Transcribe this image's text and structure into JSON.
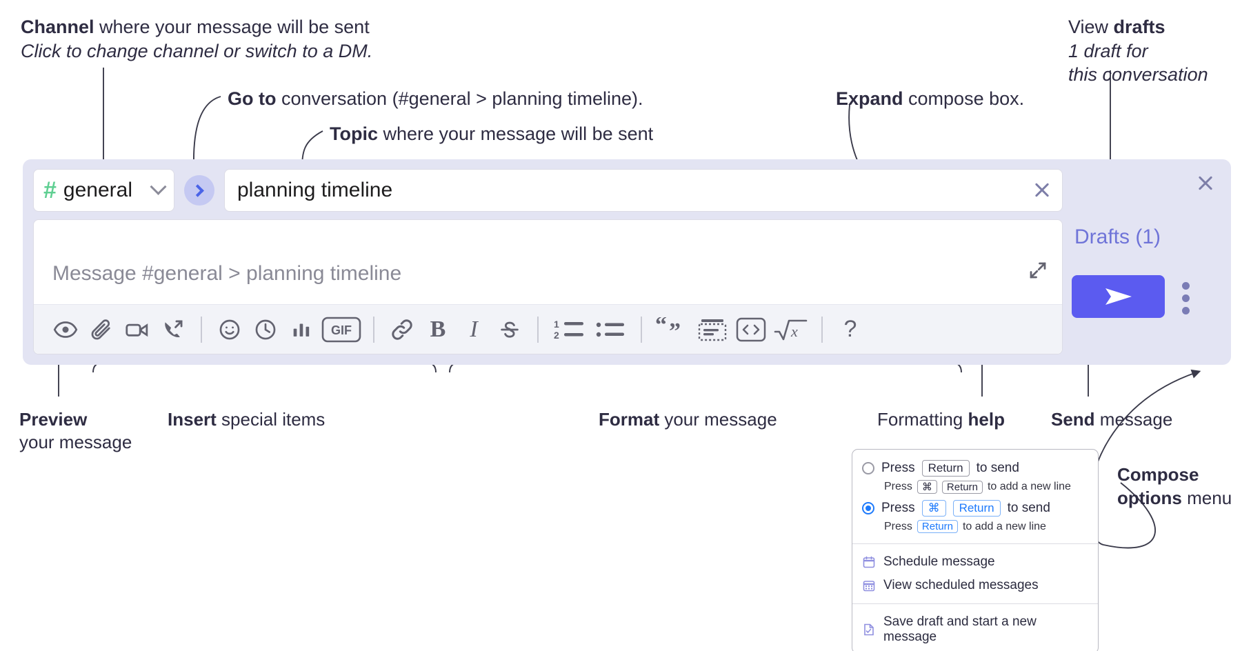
{
  "annotations": {
    "channel": {
      "bold": "Channel",
      "rest": " where your message will be sent",
      "italic": "Click to change channel or switch to a DM."
    },
    "goto": {
      "bold": "Go to",
      "rest": " conversation (#general > planning timeline)."
    },
    "topic": {
      "bold": "Topic",
      "rest": " where your message will be sent"
    },
    "expand": {
      "bold": "Expand",
      "rest": " compose box."
    },
    "drafts": {
      "line1_plain": "View ",
      "line1_bold": "drafts",
      "line2": "1 draft for",
      "line3": "this conversation"
    },
    "preview": {
      "bold": "Preview",
      "rest": "your message"
    },
    "insert": {
      "bold": "Insert",
      "rest": " special items"
    },
    "format": {
      "bold": "Format",
      "rest": " your message"
    },
    "help": {
      "plain": "Formatting ",
      "bold": "help"
    },
    "send": {
      "bold": "Send",
      "rest": " message"
    },
    "compose_options": {
      "bold": "Compose options",
      "rest": "menu"
    }
  },
  "compose": {
    "channel_name": "general",
    "hash_symbol": "#",
    "topic_value": "planning timeline",
    "message_placeholder": "Message #general > planning timeline",
    "drafts_label": "Drafts (1)",
    "toolbar": [
      {
        "name": "preview-icon",
        "label": "Preview"
      },
      {
        "name": "attachment-icon",
        "label": "Attach file"
      },
      {
        "name": "video-icon",
        "label": "Record video clip"
      },
      {
        "name": "audio-call-icon",
        "label": "Record audio clip"
      },
      {
        "name": "emoji-icon",
        "label": "Emoji"
      },
      {
        "name": "clock-icon",
        "label": "Reminder"
      },
      {
        "name": "poll-icon",
        "label": "Poll"
      },
      {
        "name": "gif-icon",
        "label": "GIF"
      },
      {
        "name": "link-icon",
        "label": "Link"
      },
      {
        "name": "bold-icon",
        "label": "B"
      },
      {
        "name": "italic-icon",
        "label": "I"
      },
      {
        "name": "strikethrough-icon",
        "label": "S"
      },
      {
        "name": "ordered-list-icon",
        "label": "Ordered list"
      },
      {
        "name": "bulleted-list-icon",
        "label": "Bulleted list"
      },
      {
        "name": "blockquote-icon",
        "label": "Blockquote"
      },
      {
        "name": "code-block-icon",
        "label": "Code block"
      },
      {
        "name": "code-icon",
        "label": "Code"
      },
      {
        "name": "math-icon",
        "label": "Math"
      },
      {
        "name": "help-icon",
        "label": "?"
      }
    ],
    "gif_label": "GIF",
    "bold_label": "B",
    "italic_label": "I",
    "strike_label": "S",
    "help_label": "?",
    "ol_num1": "1",
    "ol_num2": "2"
  },
  "popup": {
    "option1": {
      "pre": "Press",
      "key": "Return",
      "post": "to send",
      "sub_pre": "Press",
      "sub_key1": "⌘",
      "sub_key2": "Return",
      "sub_post": "to add a new line",
      "selected": false
    },
    "option2": {
      "pre": "Press",
      "key1": "⌘",
      "key2": "Return",
      "post": "to send",
      "sub_pre": "Press",
      "sub_key": "Return",
      "sub_post": "to add a new line",
      "selected": true
    },
    "items": [
      {
        "icon": "calendar-schedule-icon",
        "label": "Schedule message"
      },
      {
        "icon": "calendar-grid-icon",
        "label": "View scheduled messages"
      },
      {
        "icon": "save-draft-icon",
        "label": "Save draft and start a new message"
      }
    ]
  },
  "colors": {
    "accent_blue": "#5b5bf0",
    "panel_bg": "#e3e4f3",
    "hash_green": "#5fcf92",
    "drafts_purple": "#6f74d8",
    "radio_blue": "#1d7afc"
  }
}
